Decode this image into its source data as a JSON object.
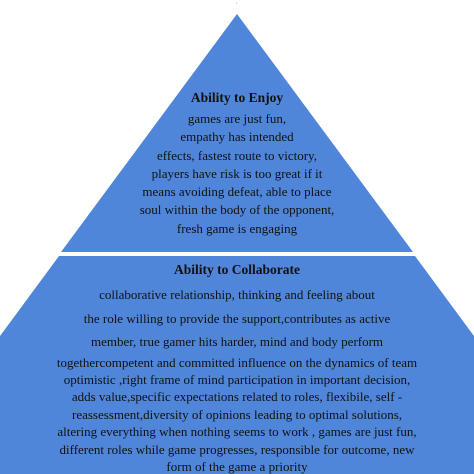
{
  "colors": {
    "tier_fill": "#4f86d9",
    "divider": "#ffffff",
    "text": "#111111"
  },
  "top_mark": "·",
  "tiers": [
    {
      "title": "Ability to Enjoy",
      "lines": [
        "games are just fun,",
        "empathy has intended",
        "effects, fastest route  to victory,",
        "players have risk is too great if it",
        "means avoiding defeat, able to place",
        "soul within  the body of the opponent,",
        "fresh game is engaging"
      ]
    },
    {
      "title": "Ability to Collaborate",
      "lines": [
        "collaborative relationship,  thinking  and feeling  about",
        "the role willing  to provide the support,contributes as active",
        "member, true gamer hits harder,  mind and body perform",
        "togethercompetent and committed influence  on the dynamics of team",
        "optimistic  ,right frame of mind participation  in important decision,",
        "adds value,specific expectations related to roles, flexibile,  self -",
        "reassessment,diversity of opinions leading  to optimal solutions,",
        "altering  everything  when nothing  seems to work , games are just fun,",
        "different roles while  game progresses, responsible for outcome, new",
        "form of the game a priority"
      ]
    }
  ]
}
